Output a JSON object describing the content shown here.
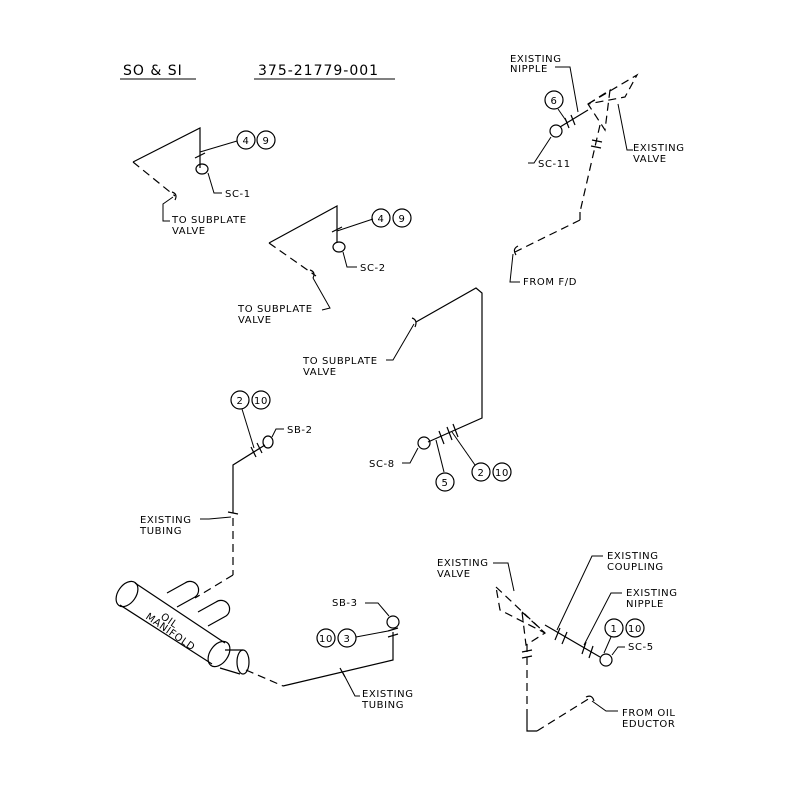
{
  "header": {
    "designation": "SO & SI",
    "drawing_number": "375-21779-001"
  },
  "labels": {
    "existing_nipple_top": [
      "EXISTING",
      "NIPPLE"
    ],
    "existing_valve_top": [
      "EXISTING",
      "VALVE"
    ],
    "sc11": "SC-11",
    "from_fd": "FROM F/D",
    "sc1": "SC-1",
    "to_subplate_1": [
      "TO SUBPLATE",
      "VALVE"
    ],
    "sc2": "SC-2",
    "to_subplate_2": [
      "TO SUBPLATE",
      "VALVE"
    ],
    "to_subplate_3": [
      "TO SUBPLATE",
      "VALVE"
    ],
    "sc8": "SC-8",
    "sb2": "SB-2",
    "existing_tubing_left": [
      "EXISTING",
      "TUBING"
    ],
    "oil_manifold": [
      "OIL",
      "MANIFOLD"
    ],
    "sb3": "SB-3",
    "existing_tubing_bottom": [
      "EXISTING",
      "TUBING"
    ],
    "existing_valve_bottom": [
      "EXISTING",
      "VALVE"
    ],
    "existing_coupling": [
      "EXISTING",
      "COUPLING"
    ],
    "existing_nipple_bottom": [
      "EXISTING",
      "NIPPLE"
    ],
    "sc5": "SC-5",
    "from_oil_eductor": [
      "FROM OIL",
      "EDUCTOR"
    ]
  },
  "balloons": {
    "sc1_a": "4",
    "sc1_b": "9",
    "sc2_a": "4",
    "sc2_b": "9",
    "sc11": "6",
    "sc8_single": "5",
    "sc8_a": "2",
    "sc8_b": "10",
    "sb2_a": "2",
    "sb2_b": "10",
    "sb3_a": "10",
    "sb3_b": "3",
    "sc5_a": "1",
    "sc5_b": "10"
  }
}
